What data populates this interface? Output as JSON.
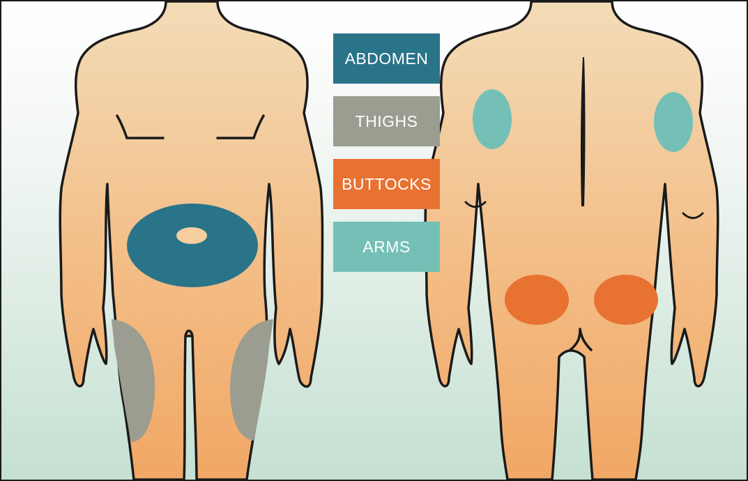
{
  "legend": {
    "abdomen": {
      "label": "ABDOMEN",
      "color": "#2a7489"
    },
    "thighs": {
      "label": "THIGHS",
      "color": "#9a9d8f"
    },
    "buttocks": {
      "label": "BUTTOCKS",
      "color": "#e77232"
    },
    "arms": {
      "label": "ARMS",
      "color": "#75c0b6"
    }
  },
  "colors": {
    "skin_top": "#f3dcb8",
    "skin_bottom": "#f1a765",
    "outline": "#1a1a1a",
    "inner_spot": "#f5cfa0"
  }
}
